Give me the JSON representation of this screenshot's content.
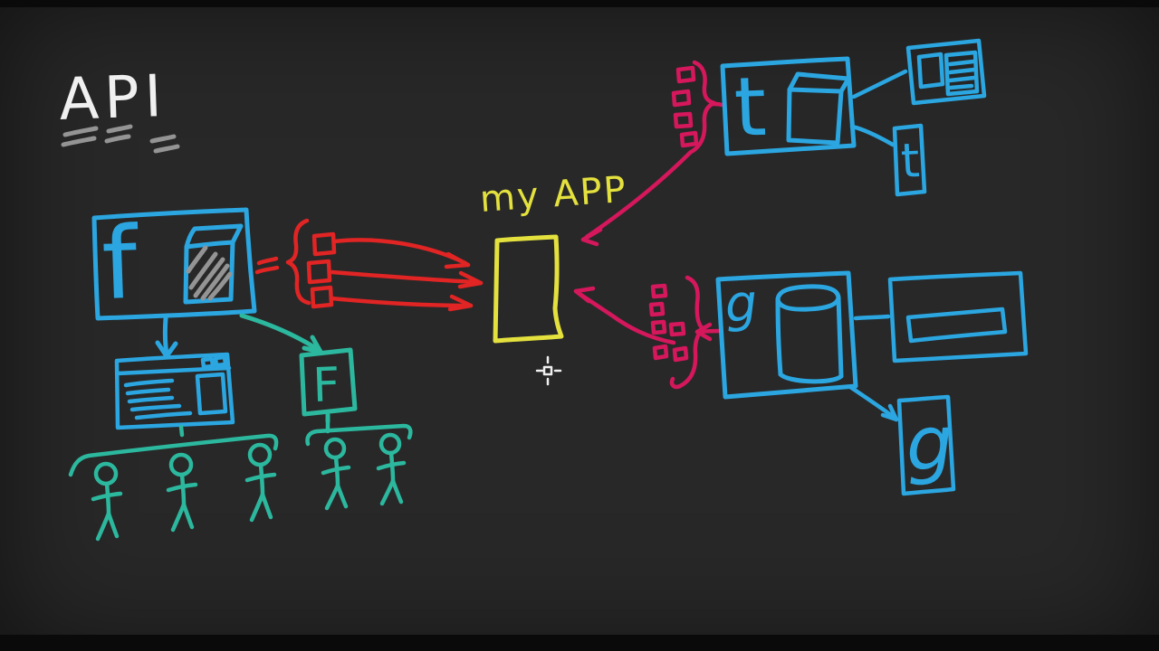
{
  "title": {
    "text": "API"
  },
  "app": {
    "label": "my APP"
  },
  "facebook": {
    "server_letter": "f",
    "client_letter": "F"
  },
  "twitter": {
    "server_letter": "t",
    "client_letter": "t"
  },
  "google": {
    "server_letter": "g",
    "client_letter": "g"
  },
  "colors": {
    "background": "#282828",
    "letterbox": "#0a0a0a",
    "white": "#f0f0f0",
    "gray": "#949494",
    "blue": "#2ba6e0",
    "teal": "#2cb89e",
    "red": "#e12424",
    "pink": "#d5175c",
    "yellow": "#e4e13e"
  }
}
